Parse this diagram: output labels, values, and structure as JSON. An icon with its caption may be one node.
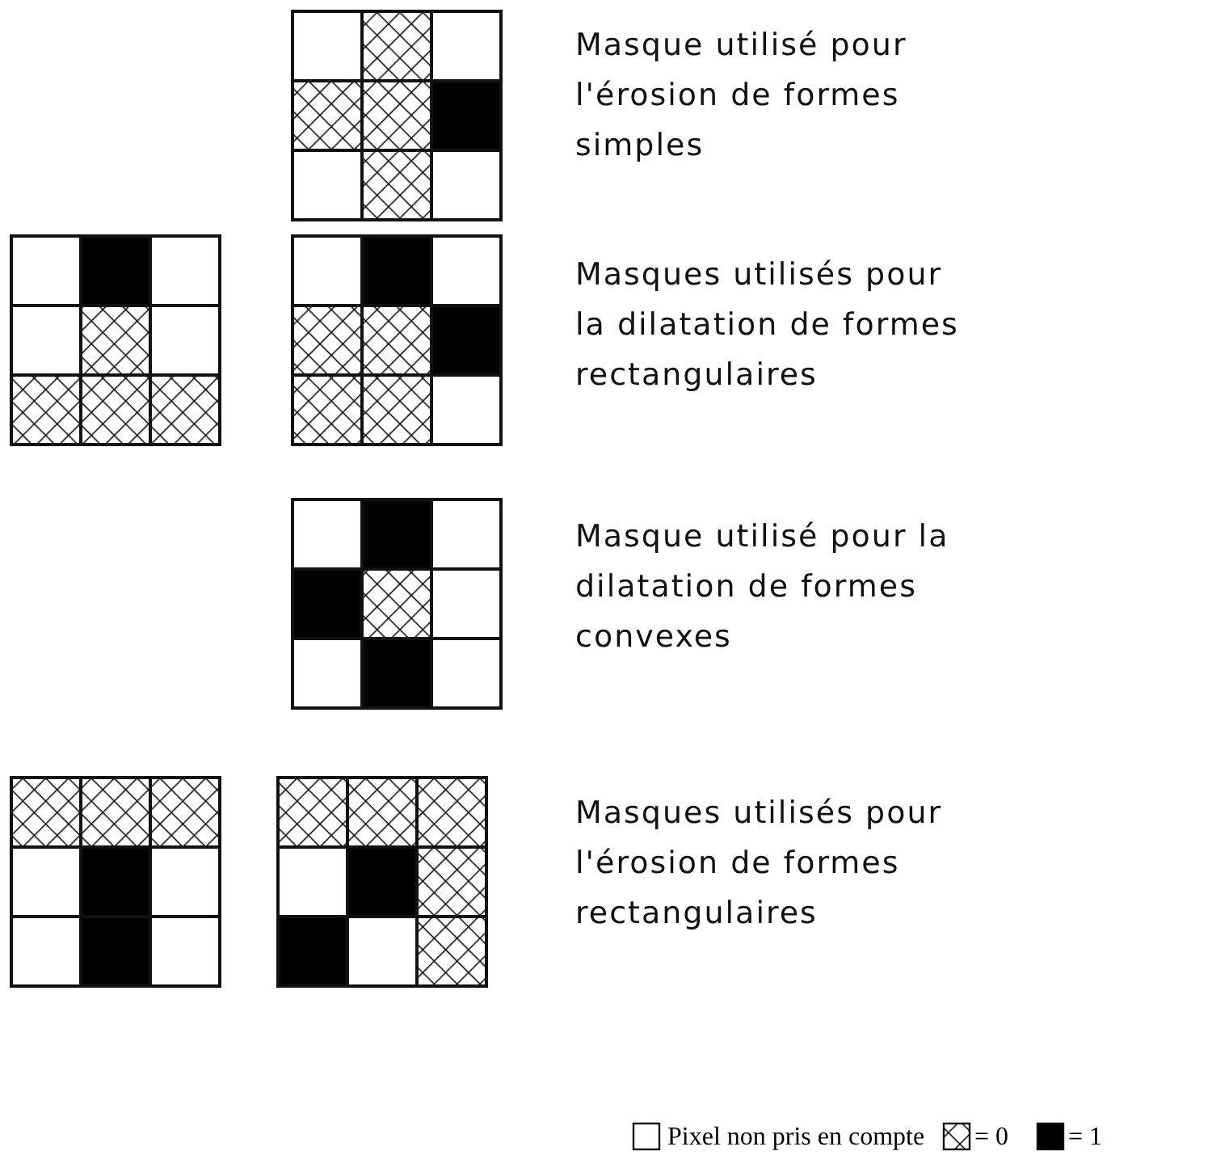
{
  "diagram": {
    "labels": [
      "Masque utilisé pour l'érosion de formes simples",
      "Masques utilisés pour la dilatation de formes rectangulaires",
      "Masque utilisé pour la dilatation de formes convexes",
      "Masques utilisés pour l'érosion de formes rectangulaires"
    ],
    "legend": [
      {
        "text": "Pixel non pris en compte"
      },
      {
        "text": "= 0"
      },
      {
        "text": "= 1",
        "color": "#000000"
      }
    ]
  }
}
